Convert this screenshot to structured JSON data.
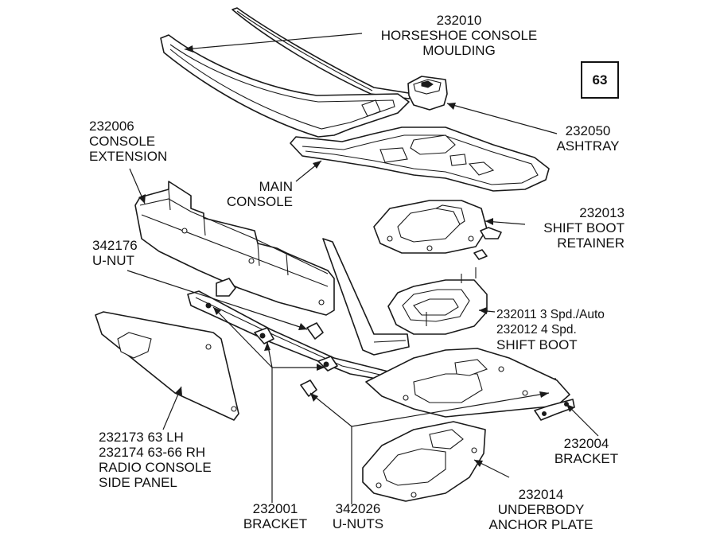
{
  "page_number": "63",
  "labels": {
    "horseshoe": {
      "number": "232010",
      "line1": "HORSESHOE CONSOLE",
      "line2": "MOULDING"
    },
    "ashtray": {
      "number": "232050",
      "name": "ASHTRAY"
    },
    "console_extension": {
      "number": "232006",
      "line1": "CONSOLE",
      "line2": "EXTENSION"
    },
    "main_console": {
      "line1": "MAIN",
      "line2": "CONSOLE"
    },
    "shift_boot_retainer": {
      "number": "232013",
      "line1": "SHIFT BOOT",
      "line2": "RETAINER"
    },
    "u_nut": {
      "number": "342176",
      "name": "U-NUT"
    },
    "shift_boot": {
      "line1": "232011 3 Spd./Auto",
      "line2": "232012 4 Spd.",
      "line3": "SHIFT BOOT"
    },
    "bracket_right": {
      "number": "232004",
      "name": "BRACKET"
    },
    "radio_panel": {
      "line1": "232173  63  LH",
      "line2": "232174  63-66  RH",
      "line3": "RADIO CONSOLE",
      "line4": "SIDE PANEL"
    },
    "bracket_bottom": {
      "number": "232001",
      "name": "BRACKET"
    },
    "u_nuts": {
      "number": "342026",
      "name": "U-NUTS"
    },
    "anchor_plate": {
      "number": "232014",
      "line1": "UNDERBODY",
      "line2": "ANCHOR PLATE"
    }
  }
}
